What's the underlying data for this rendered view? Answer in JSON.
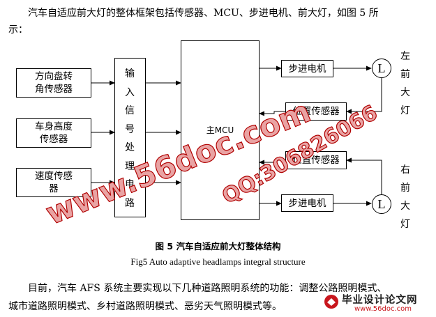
{
  "intro_line1": "汽车自适应前大灯的整体框架包括传感器、MCU、步进电机、前大灯，如图 5 所",
  "intro_line2": "示：",
  "figure": {
    "sensor_steering_1": "方向盘转",
    "sensor_steering_2": "角传感器",
    "sensor_height_1": "车身高度",
    "sensor_height_2": "传感器",
    "sensor_speed_1": "速度传感",
    "sensor_speed_2": "器",
    "input_circuit": "输入信号处理电路",
    "mcu_label": "主MCU",
    "stepper_top": "步进电机",
    "position_sensor_top": "位置传感器",
    "position_sensor_bottom": "位置传感器",
    "stepper_bottom": "步进电机",
    "lamp_top": "L",
    "lamp_bottom": "L",
    "left_headlamp": "左前大灯",
    "right_headlamp": "右前大灯"
  },
  "caption_cn": "图 5  汽车自适应前大灯整体结构",
  "caption_en": "Fig5    Auto adaptive headlamps integral structure",
  "body_line1": "目前，汽车 AFS 系统主要实现以下几种道路照明系统的功能：调整公路照明模式、",
  "body_line2": "城市道路照明模式、乡村道路照明模式、恶劣天气照明模式等。",
  "watermark_site": "www.56doc.com",
  "watermark_qq": "QQ:306826066",
  "logo_cn": "毕业设计论文网",
  "logo_url": "www.56doc.com",
  "colors": {
    "watermark_fill": "#e9a3a3",
    "watermark_stroke": "#b00000",
    "logo_red": "#c8161d"
  }
}
